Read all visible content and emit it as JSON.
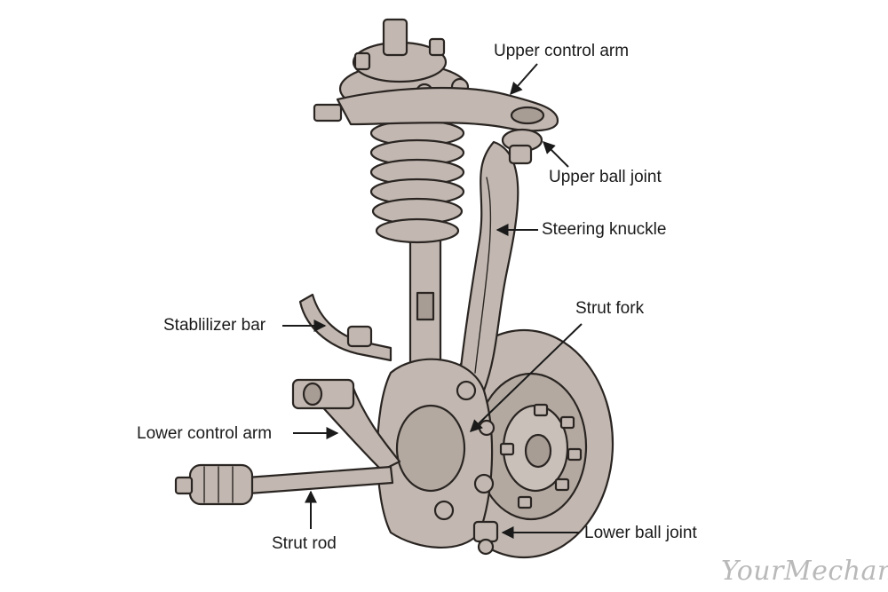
{
  "labels": {
    "upper_control_arm": "Upper control arm",
    "upper_ball_joint": "Upper ball joint",
    "steering_knuckle": "Steering knuckle",
    "strut_fork": "Strut fork",
    "stabilizer_bar": "Stablilizer bar",
    "lower_control_arm": "Lower control arm",
    "strut_rod": "Strut rod",
    "lower_ball_joint": "Lower ball joint"
  },
  "watermark": "YourMechanic",
  "colors": {
    "part_fill": "#c2b8b1",
    "part_shade": "#a89d95",
    "outline": "#2a2522",
    "label_text": "#1a1a1a",
    "watermark": "#b9b9b9"
  }
}
